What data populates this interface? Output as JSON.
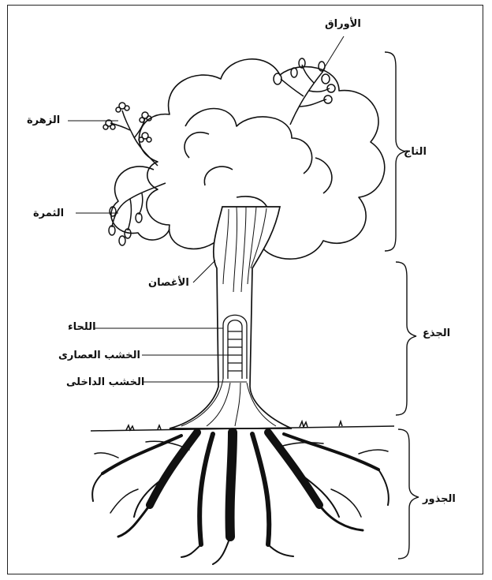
{
  "diagram": {
    "labels": {
      "leaves": "الأوراق",
      "flower": "الزهرة",
      "fruit": "الثمرة",
      "branches": "الأغصان",
      "bark": "اللحاء",
      "sapwood": "الخشب العصارى",
      "heartwood": "الخشب الداخلى",
      "crown": "التاج",
      "trunk": "الجذع",
      "roots": "الجذور"
    }
  }
}
